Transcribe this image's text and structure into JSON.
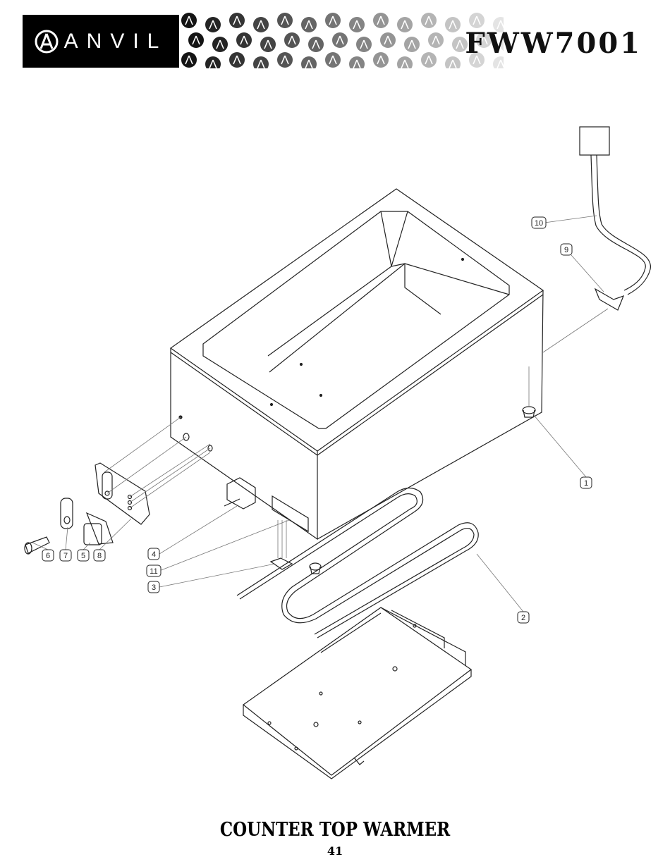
{
  "header": {
    "brand": "ANVIL",
    "model": "FWW7001"
  },
  "callouts": [
    "1",
    "2",
    "3",
    "4",
    "5",
    "6",
    "7",
    "8",
    "9",
    "10",
    "11"
  ],
  "footer": {
    "title": "COUNTER TOP WARMER",
    "page_number": "41"
  }
}
